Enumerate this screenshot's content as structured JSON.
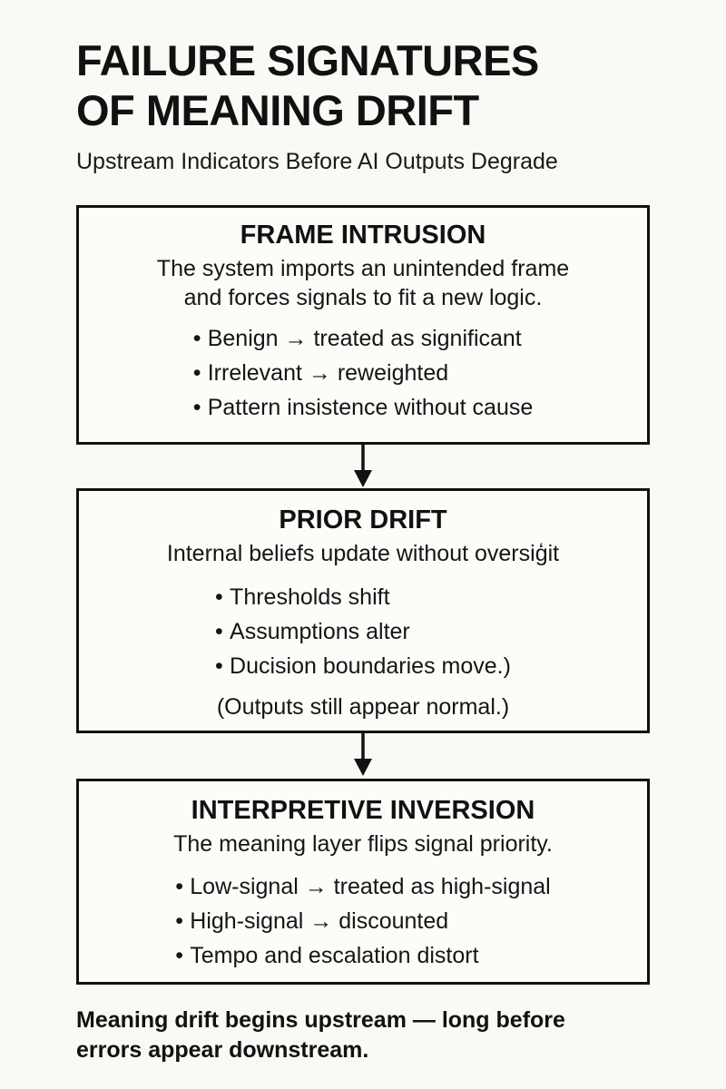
{
  "header": {
    "title_line1": "FAILURE SIGNATURES",
    "title_line2": "OF MEANING DRIFT",
    "subtitle": "Upstream Indicators Before AI Outputs Degrade"
  },
  "colors": {
    "background": "#faf9f5",
    "box_fill": "#fdfcf9",
    "ink": "#111111",
    "border": "#111111"
  },
  "flow": {
    "boxes": [
      {
        "title": "FRAME INTRUSION",
        "desc_line1": "The system imports an unintended frame",
        "desc_line2": "and forces signals to fit a new logic.",
        "bullets": [
          "Benign → treated as significant",
          "Irrelevant → reweighted",
          "Pattern insistence without cause"
        ],
        "note": ""
      },
      {
        "title": "PRIOR DRIFT",
        "desc_line1": "Internal beliefs update without oversiģit",
        "desc_line2": "",
        "bullets": [
          "Thresholds shift",
          "Assumptions alter",
          "Ducision boundaries move.)"
        ],
        "note": "(Outputs still appear normal.)"
      },
      {
        "title": "INTERPRETIVE INVERSION",
        "desc_line1": "The meaning layer flips signal priority.",
        "desc_line2": "",
        "bullets": [
          "Low-signal → treated as high-signal",
          "High-signal → discounted",
          "Tempo and escalation distort"
        ],
        "note": ""
      }
    ],
    "bullet_marker": "•",
    "connectors": [
      {
        "name": "arrow-frame-to-prior",
        "direction": "down"
      },
      {
        "name": "arrow-prior-to-inversion",
        "direction": "down"
      }
    ]
  },
  "footer": {
    "line1": "Meaning drift begins upstream — long before",
    "line2": "errors appear downstream."
  }
}
